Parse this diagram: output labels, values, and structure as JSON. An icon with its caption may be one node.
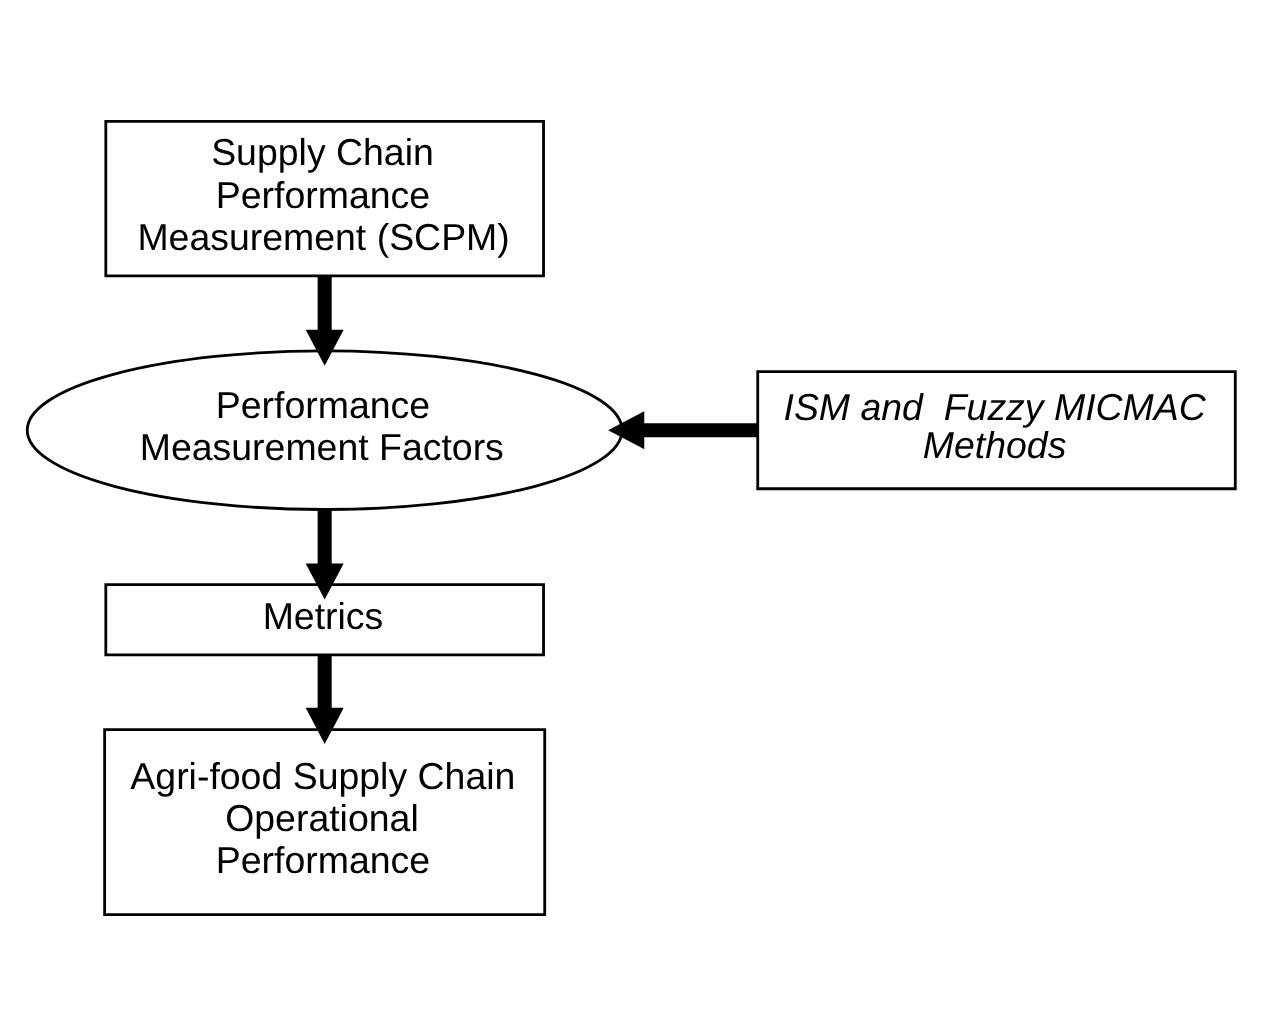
{
  "diagram": {
    "nodes": [
      {
        "text": [
          "Supply Chain Performance Measurement (SCPM)"
        ]
      },
      {
        "text": [
          "Performance Measurement Factors"
        ]
      },
      {
        "text": [
          "ISM and  Fuzzy MICMAC Methods"
        ]
      },
      {
        "text": [
          "Metrics"
        ]
      },
      {
        "text": [
          "Agri-food Supply Chain Operational Performance"
        ]
      }
    ],
    "edges": [
      {
        "from": 0,
        "to": 1,
        "arrow": "to"
      },
      {
        "from": 2,
        "to": 1,
        "arrow": "to"
      },
      {
        "from": 1,
        "to": 3,
        "arrow": "to"
      },
      {
        "from": 3,
        "to": 4,
        "arrow": "to"
      }
    ]
  }
}
